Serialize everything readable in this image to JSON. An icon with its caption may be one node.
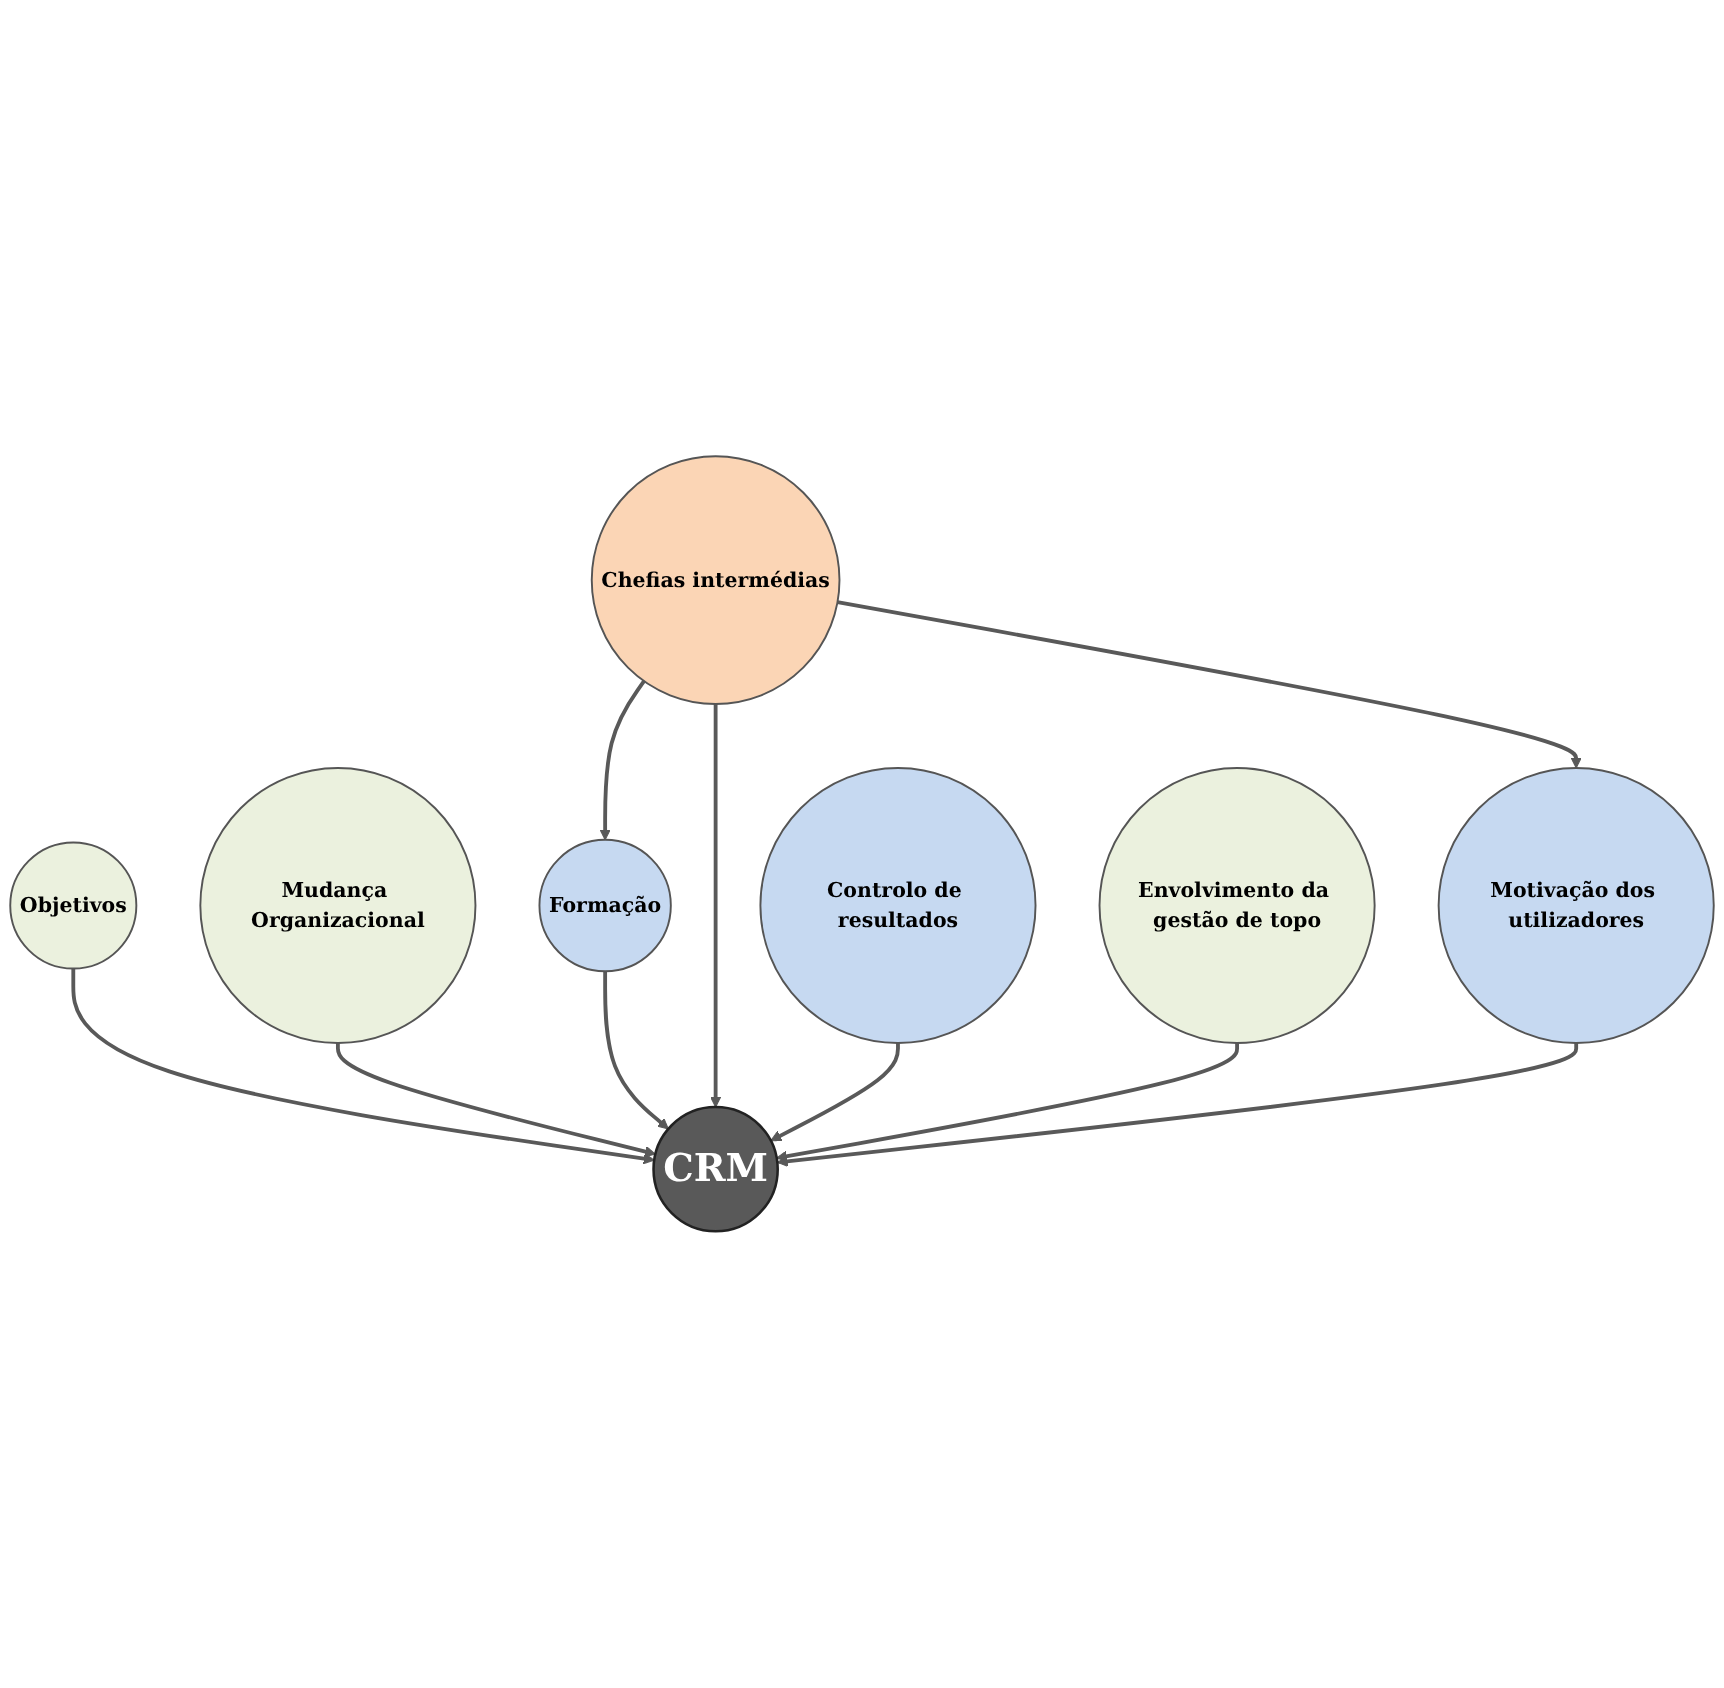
{
  "diagram": {
    "nodes": [
      {
        "text": [
          "Objetivos"
        ]
      },
      {
        "text": [
          "Mudança Organizacional"
        ]
      },
      {
        "text": [
          "Formação"
        ]
      },
      {
        "text": [
          "CRM"
        ]
      },
      {
        "text": [
          "Controlo de resultados"
        ]
      },
      {
        "text": [
          "Chefias intermédias"
        ]
      },
      {
        "text": [
          "Envolvimento da gestão de topo"
        ]
      },
      {
        "text": [
          "Motivação dos utilizadores"
        ]
      }
    ],
    "edges": [
      {
        "from": 0,
        "to": 3,
        "arrow": "to"
      },
      {
        "from": 1,
        "to": 3,
        "arrow": "to"
      },
      {
        "from": 2,
        "to": 3,
        "arrow": "to"
      },
      {
        "from": 5,
        "to": 3,
        "arrow": "to"
      },
      {
        "from": 4,
        "to": 3,
        "arrow": "to"
      },
      {
        "from": 6,
        "to": 3,
        "arrow": "to"
      },
      {
        "from": 7,
        "to": 3,
        "arrow": "to"
      },
      {
        "from": 5,
        "to": 2,
        "arrow": "to"
      },
      {
        "from": 5,
        "to": 7,
        "arrow": "to"
      }
    ]
  }
}
